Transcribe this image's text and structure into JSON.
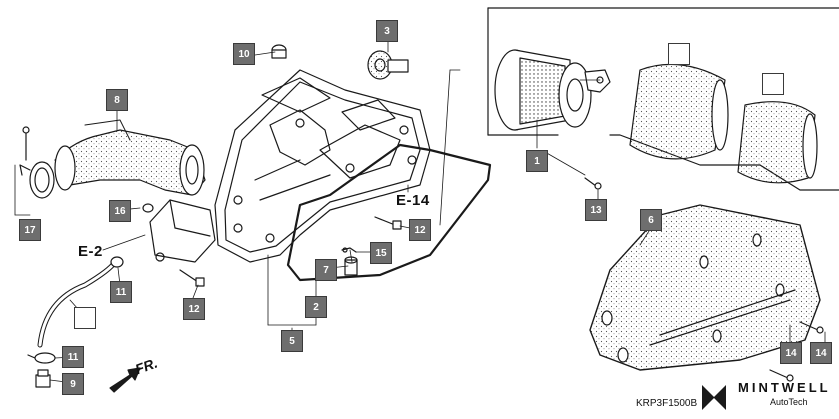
{
  "diagram": {
    "code": "KRP3F1500B",
    "direction_label": "FR.",
    "brand": {
      "name": "MINTWELL",
      "tagline": "AutoTech"
    }
  },
  "references": [
    {
      "id": "e2",
      "label": "E-2"
    },
    {
      "id": "e14",
      "label": "E-14"
    }
  ],
  "callouts": [
    {
      "id": "c1",
      "label": "1"
    },
    {
      "id": "c2",
      "label": "2"
    },
    {
      "id": "c3",
      "label": "3"
    },
    {
      "id": "c5",
      "label": "5"
    },
    {
      "id": "c6",
      "label": "6"
    },
    {
      "id": "c7",
      "label": "7"
    },
    {
      "id": "c8",
      "label": "8"
    },
    {
      "id": "c9",
      "label": "9"
    },
    {
      "id": "c10",
      "label": "10"
    },
    {
      "id": "c11a",
      "label": "11"
    },
    {
      "id": "c11b",
      "label": "11"
    },
    {
      "id": "c12a",
      "label": "12"
    },
    {
      "id": "c12b",
      "label": "12"
    },
    {
      "id": "c13",
      "label": "13"
    },
    {
      "id": "c14a",
      "label": "14"
    },
    {
      "id": "c14b",
      "label": "14"
    },
    {
      "id": "c15",
      "label": "15"
    },
    {
      "id": "c16",
      "label": "16"
    },
    {
      "id": "c17",
      "label": "17"
    },
    {
      "id": "blank-a",
      "label": ""
    },
    {
      "id": "blank-b",
      "label": ""
    },
    {
      "id": "blank-c",
      "label": ""
    }
  ]
}
